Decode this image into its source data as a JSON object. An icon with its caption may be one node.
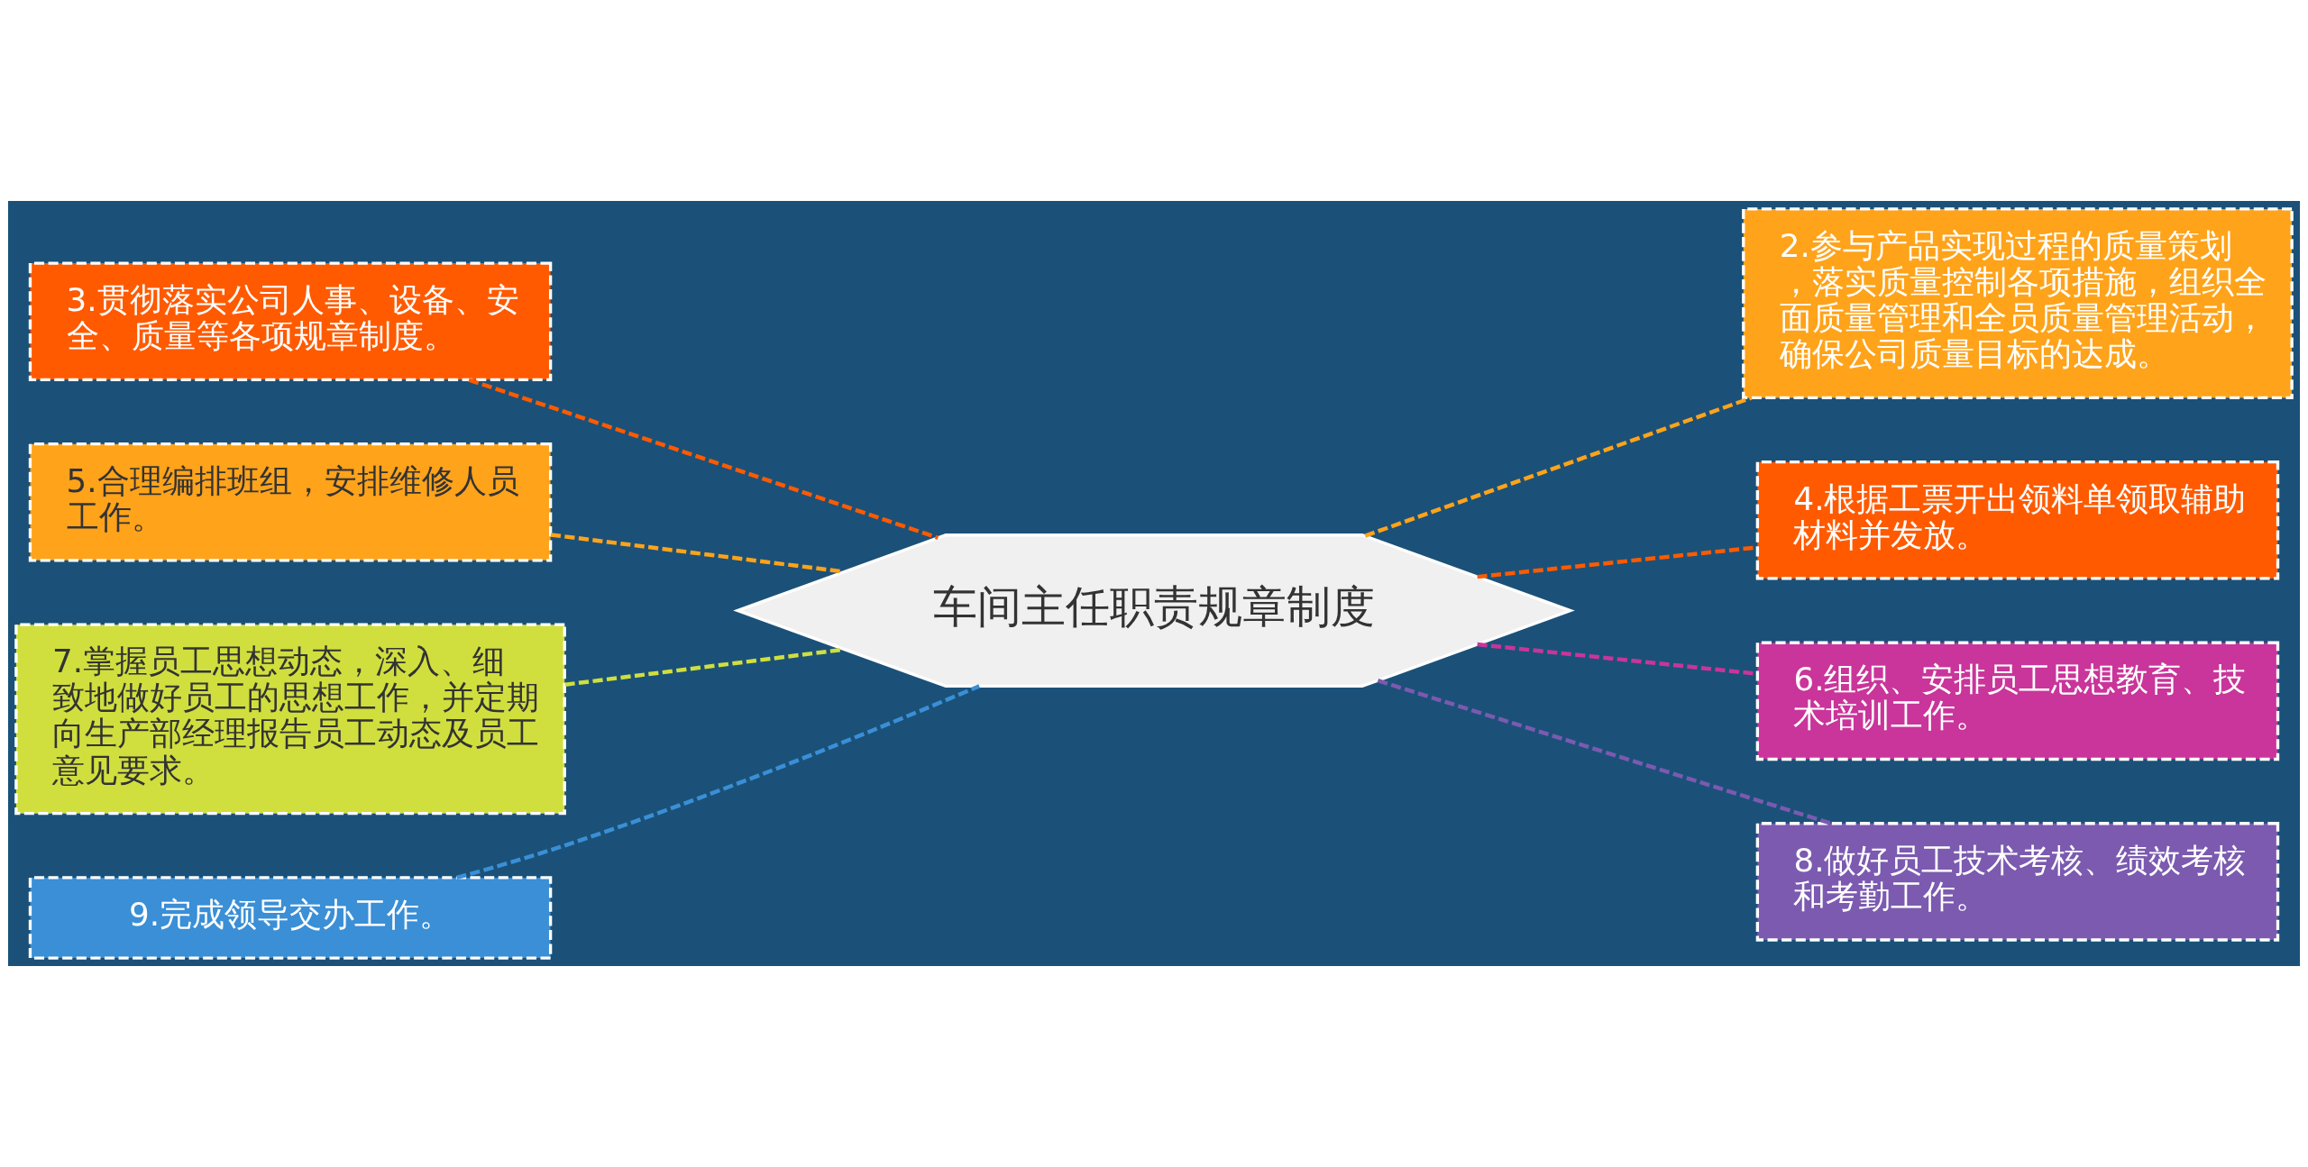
{
  "diagram": {
    "nodes": [
      {
        "text": [
          "车间主任职责规章制度"
        ]
      },
      {
        "text": [
          "3.贯彻落实公司人事、设备、安全、质量等各项规章制度。"
        ]
      },
      {
        "text": [
          "5.合理编排班组，安排维修人员工作。"
        ]
      },
      {
        "text": [
          "7.掌握员工思想动态，深入、细致地做好员工的思想工作，并定期向生产部经理报告员工动态及员工意见要求。"
        ]
      },
      {
        "text": [
          "9.完成领导交办工作。"
        ]
      },
      {
        "text": [
          "2.参与产品实现过程的质量策划，落实质量控制各项措施，组织全面质量管理和全员质量管理活动，确保公司质量目标的达成。"
        ]
      },
      {
        "text": [
          "4.根据工票开出领料单领取辅助材料并发放。"
        ]
      },
      {
        "text": [
          "6.组织、安排员工思想教育、技术培训工作。"
        ]
      },
      {
        "text": [
          "8.做好员工技术考核、绩效考核和考勤工作。"
        ]
      }
    ],
    "edges": [
      {
        "from": 1,
        "to": 0,
        "arrow": "none",
        "style": "dashed",
        "color": "#ff5a00"
      },
      {
        "from": 2,
        "to": 0,
        "arrow": "none",
        "style": "dashed",
        "color": "#ffa31a"
      },
      {
        "from": 3,
        "to": 0,
        "arrow": "none",
        "style": "dashed",
        "color": "#d0df3e"
      },
      {
        "from": 4,
        "to": 0,
        "arrow": "none",
        "style": "dashed",
        "color": "#3a8fd6"
      },
      {
        "from": 0,
        "to": 5,
        "arrow": "none",
        "style": "dashed",
        "color": "#ffa31a"
      },
      {
        "from": 0,
        "to": 6,
        "arrow": "none",
        "style": "dashed",
        "color": "#ff5a00"
      },
      {
        "from": 0,
        "to": 7,
        "arrow": "none",
        "style": "dashed",
        "color": "#c9359a"
      },
      {
        "from": 0,
        "to": 8,
        "arrow": "none",
        "style": "dashed",
        "color": "#7b5ab0"
      }
    ]
  }
}
